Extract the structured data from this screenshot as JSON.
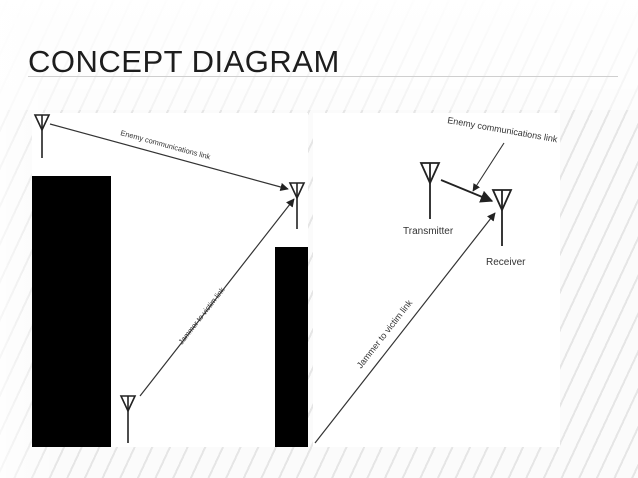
{
  "slide": {
    "title": "CONCEPT DIAGRAM"
  },
  "left_diagram": {
    "enemy_link_label": "Enemy communications link",
    "jammer_link_label": "Jammer to victim link"
  },
  "right_diagram": {
    "enemy_link_label": "Enemy communications link",
    "jammer_link_label": "Jammer to victim link",
    "transmitter_label": "Transmitter",
    "receiver_label": "Receiver"
  },
  "colors": {
    "background": "#f3f3f3",
    "panel": "#ffffff",
    "ink": "#000000",
    "text": "#1d1d1d"
  }
}
